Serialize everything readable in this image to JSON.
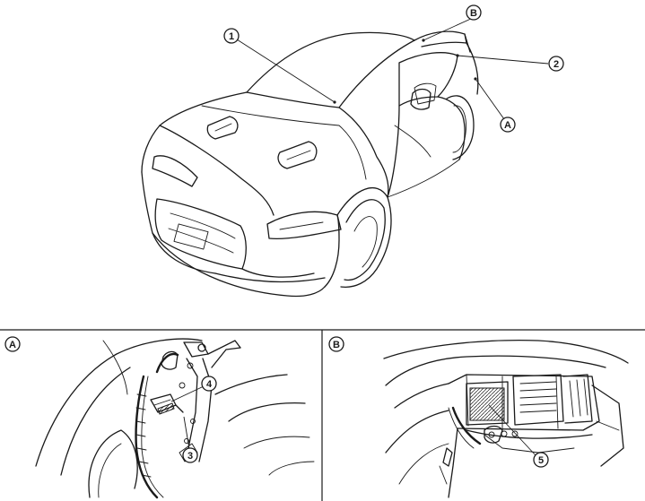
{
  "callouts": {
    "c1": "1",
    "c2": "2",
    "cA": "A",
    "cB": "B",
    "c3": "3",
    "c4": "4",
    "c5": "5"
  },
  "detail_panels": {
    "panel_a_label": "A",
    "panel_b_label": "B"
  }
}
